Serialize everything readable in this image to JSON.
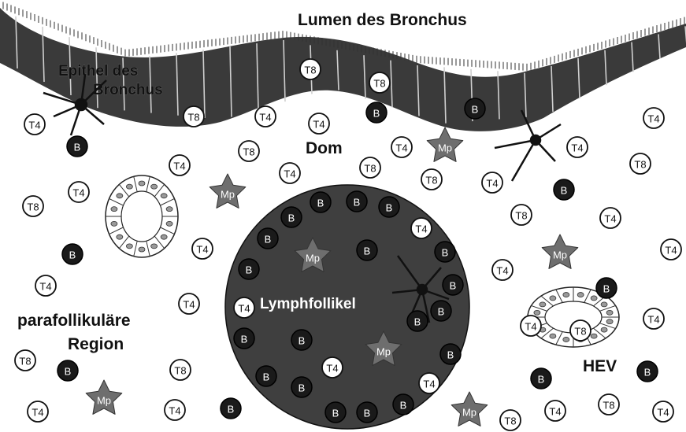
{
  "labels": {
    "lumen": "Lumen des Bronchus",
    "epithel_line1": "Epithel des",
    "epithel_line2": "Bronchus",
    "dom": "Dom",
    "lymphfollikel": "Lymphfollikel",
    "parafollikulaer_line1": "parafollikuläre",
    "parafollikulaer_line2": "Region",
    "hev": "HEV"
  },
  "cell_labels": {
    "t4": "T4",
    "t8": "T8",
    "b": "B",
    "mp": "Mp"
  },
  "colors": {
    "epithelium": "#3a3a3a",
    "follicle": "#3f3f3f",
    "b_cell": "#1a1a1a",
    "t_cell_fill": "#ffffff",
    "macrophage": "#6e6e6e",
    "outline": "#111111"
  }
}
